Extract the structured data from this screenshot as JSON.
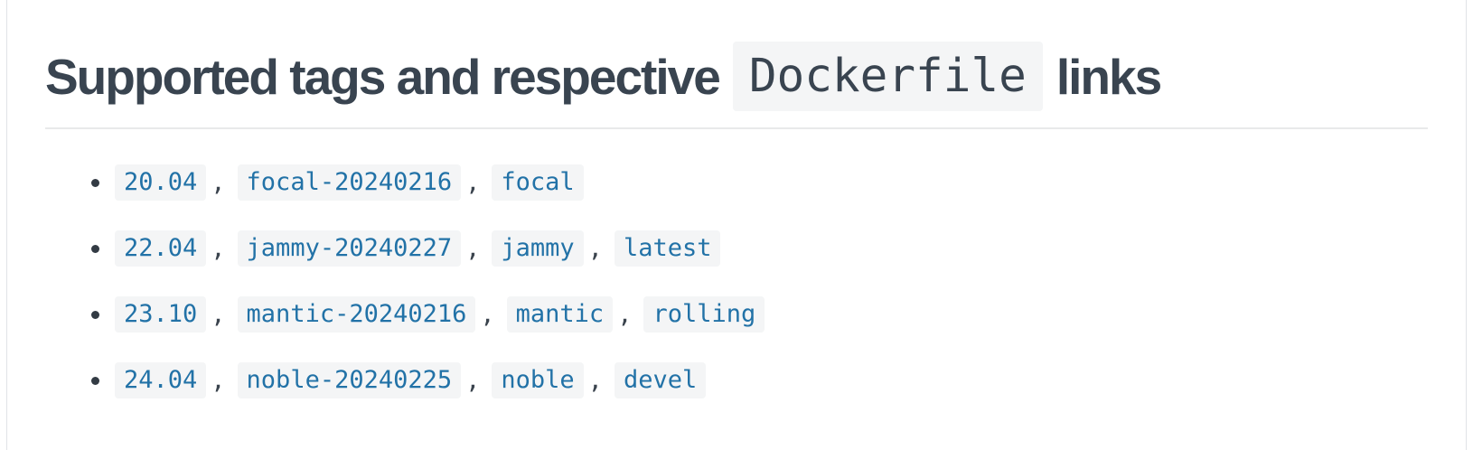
{
  "page": {
    "background": "#ffffff",
    "border_color": "#e0e3e7"
  },
  "heading": {
    "text_before": "Supported tags and respective",
    "code": "Dockerfile",
    "text_after": "links",
    "text_color": "#394450"
  },
  "tag_list": {
    "separator": ",",
    "link_color": "#2272a7",
    "chip_bg": "#f4f5f6",
    "rows": [
      {
        "tags": [
          "20.04",
          "focal-20240216",
          "focal"
        ]
      },
      {
        "tags": [
          "22.04",
          "jammy-20240227",
          "jammy",
          "latest"
        ]
      },
      {
        "tags": [
          "23.10",
          "mantic-20240216",
          "mantic",
          "rolling"
        ]
      },
      {
        "tags": [
          "24.04",
          "noble-20240225",
          "noble",
          "devel"
        ]
      }
    ]
  }
}
